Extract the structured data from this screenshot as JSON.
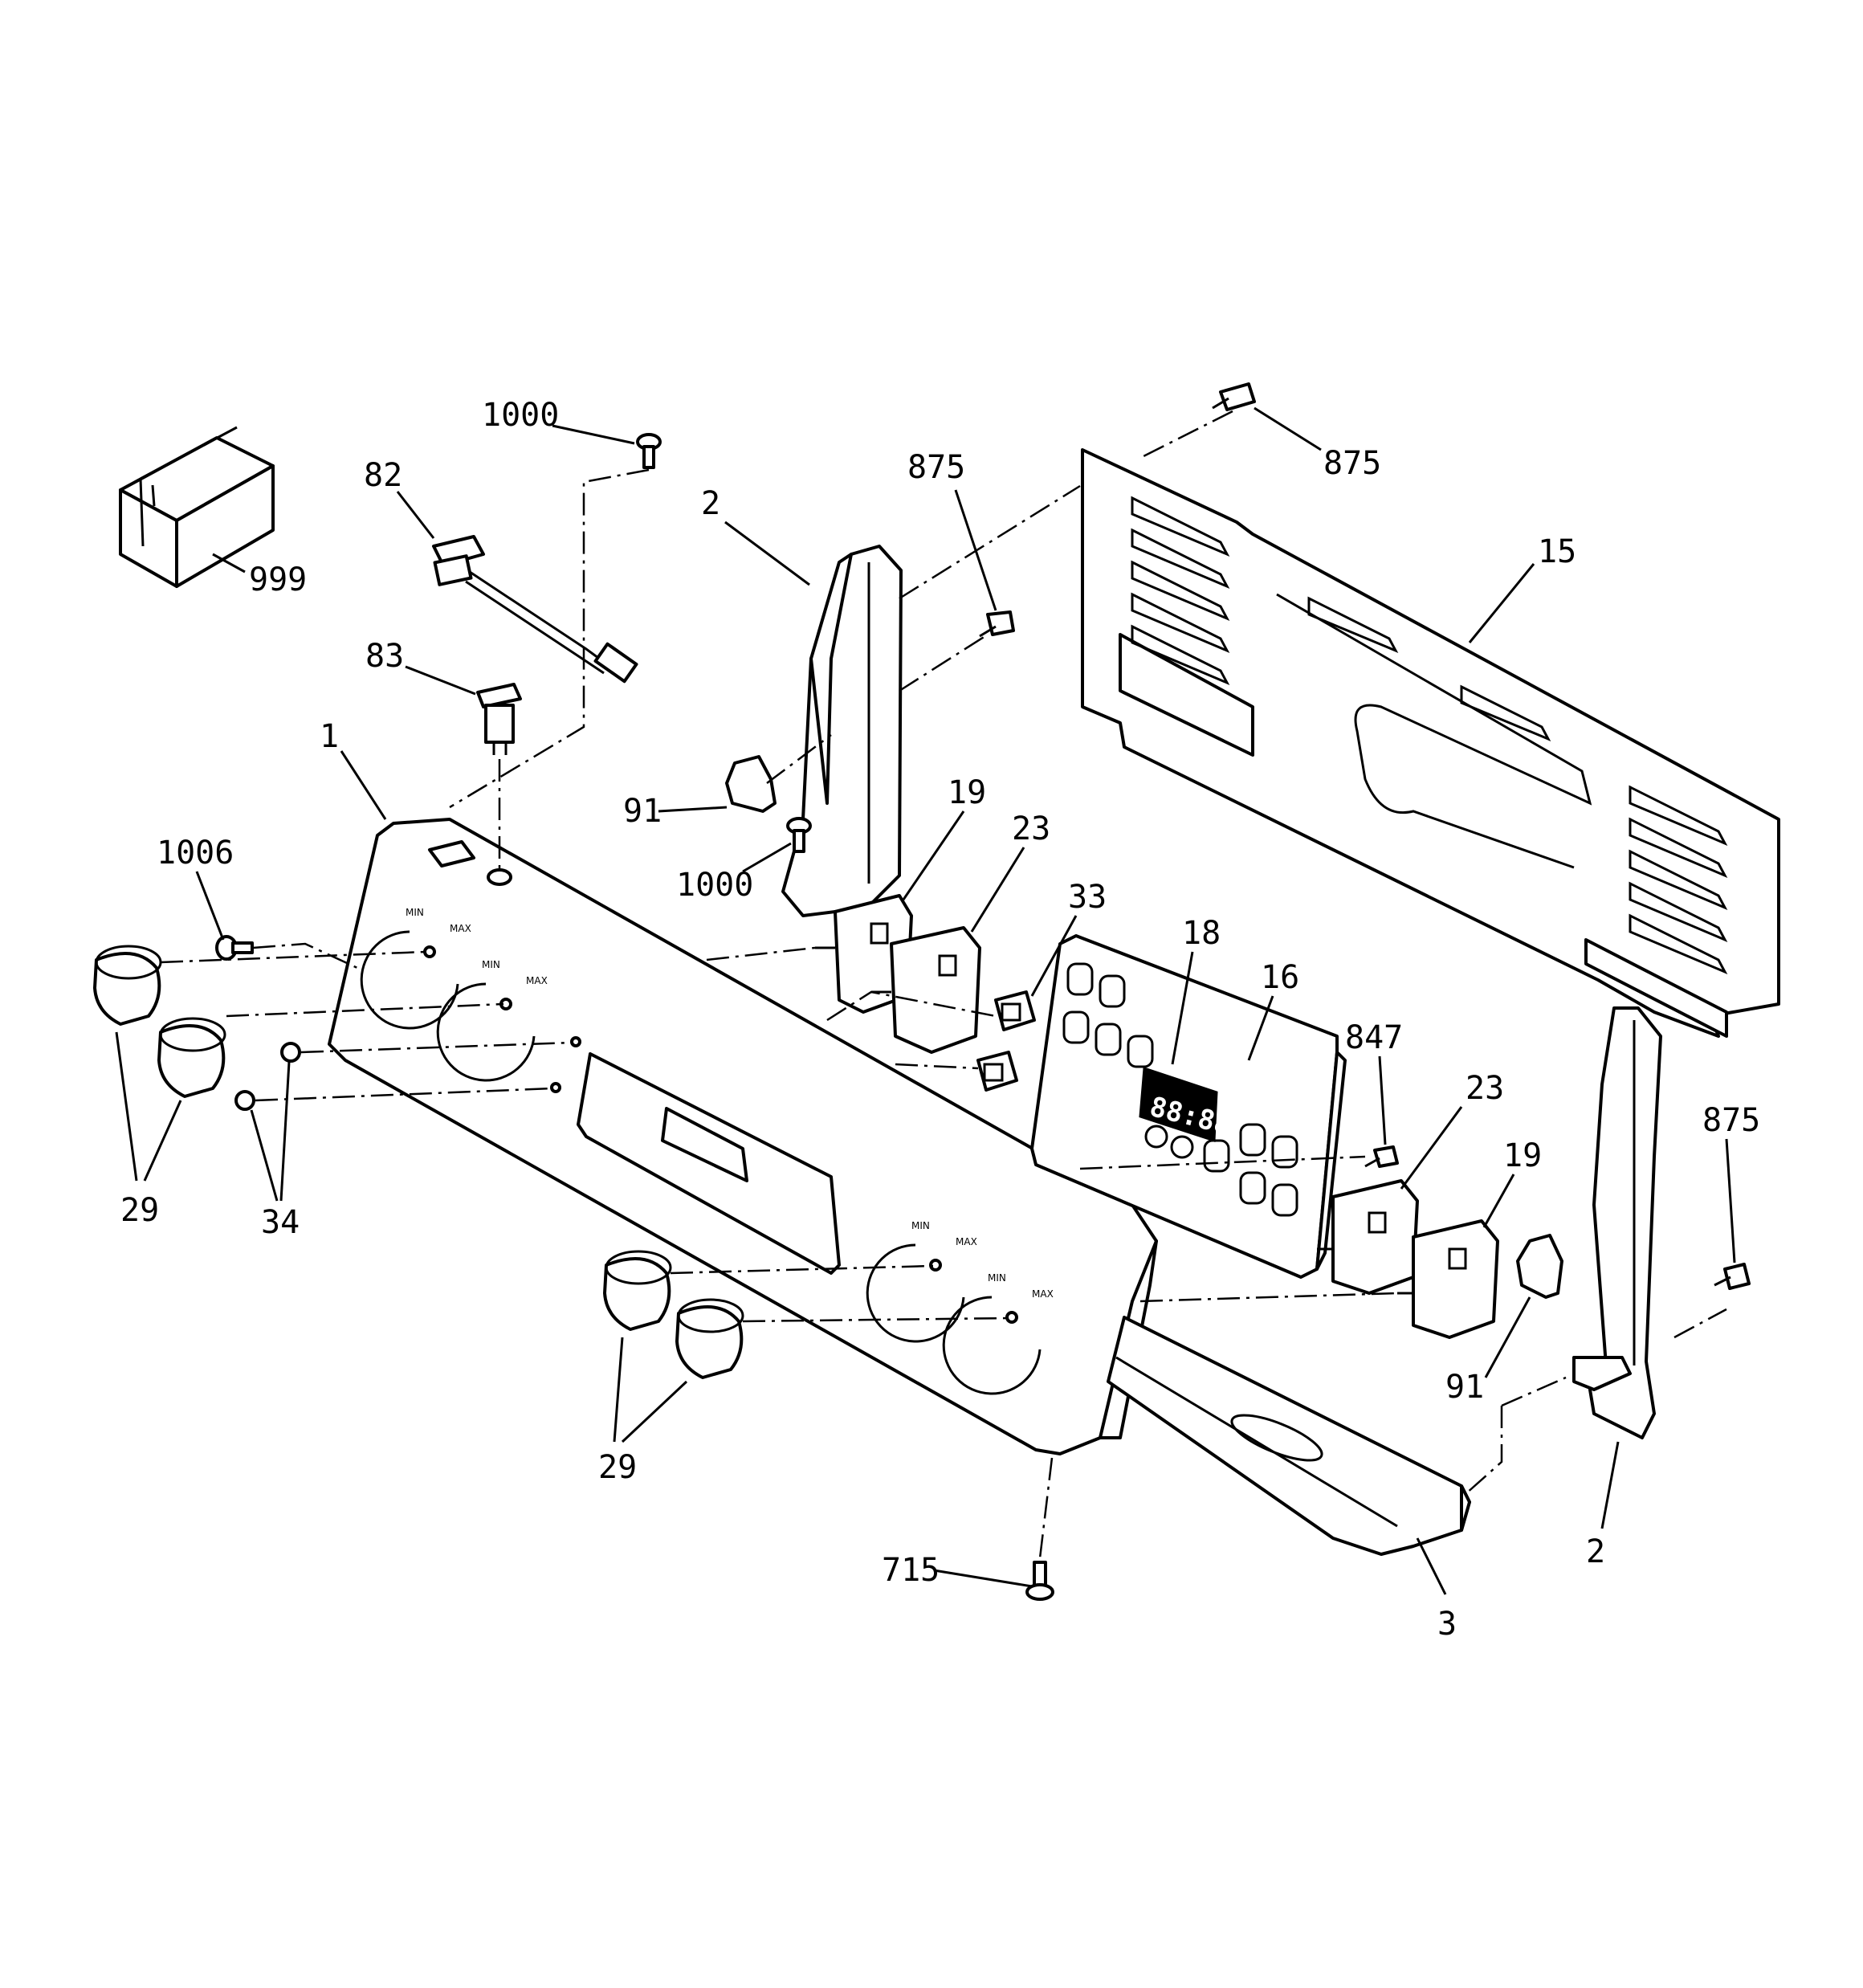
{
  "callouts": {
    "c1000a": "1000",
    "c82": "82",
    "c999": "999",
    "c83": "83",
    "c1": "1",
    "c2a": "2",
    "c875a": "875",
    "c875b": "875",
    "c15": "15",
    "c91a": "91",
    "c1000b": "1000",
    "c19a": "19",
    "c23a": "23",
    "c33": "33",
    "c18": "18",
    "c16": "16",
    "c847": "847",
    "c23b": "23",
    "c19b": "19",
    "c875c": "875",
    "c1006": "1006",
    "c29a": "29",
    "c34": "34",
    "c29b": "29",
    "c91b": "91",
    "c2b": "2",
    "c715": "715",
    "c3": "3"
  },
  "dial_labels": {
    "min": "MIN",
    "max": "MAX"
  },
  "display_digits": "88:88"
}
